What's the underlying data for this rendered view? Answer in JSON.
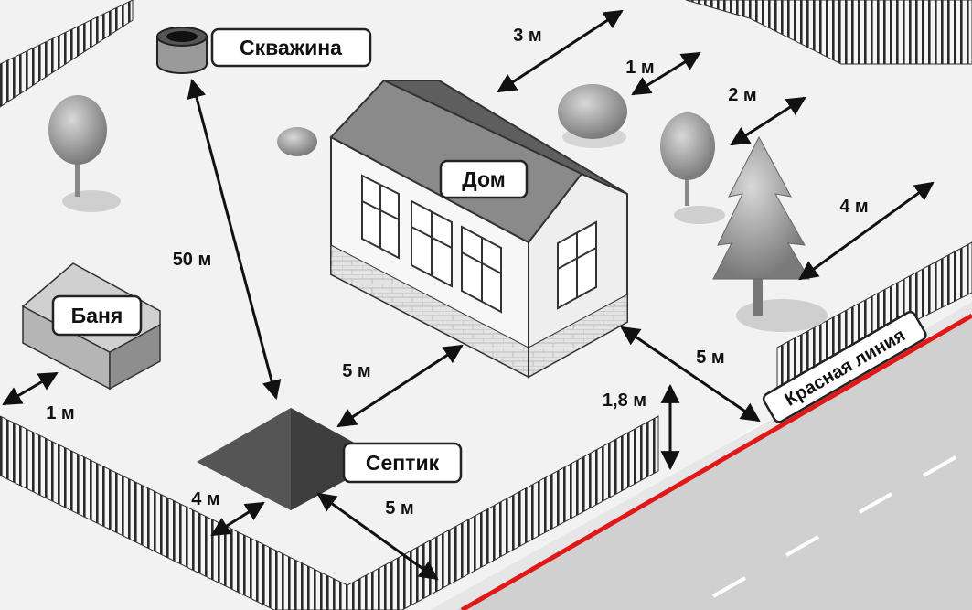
{
  "labels": {
    "well": "Скважина",
    "house": "Дом",
    "bath": "Баня",
    "septic": "Септик",
    "red_line": "Красная линия"
  },
  "distances": {
    "well_to_septic": "50 м",
    "house_to_fence_top": "3 м",
    "bush_to_fence": "1 м",
    "small_tree_to_fence": "2 м",
    "big_tree_to_fence": "4 м",
    "septic_to_house": "5 м",
    "house_to_red_line": "5 м",
    "fence_height": "1,8 м",
    "bath_to_fence": "1 м",
    "septic_to_fence_left": "4 м",
    "septic_to_fence_bottom": "5 м"
  },
  "colors": {
    "red_line": "#e01818",
    "ground": "#f2f2f2",
    "road": "#cfcfcf",
    "septic": "#555555"
  }
}
